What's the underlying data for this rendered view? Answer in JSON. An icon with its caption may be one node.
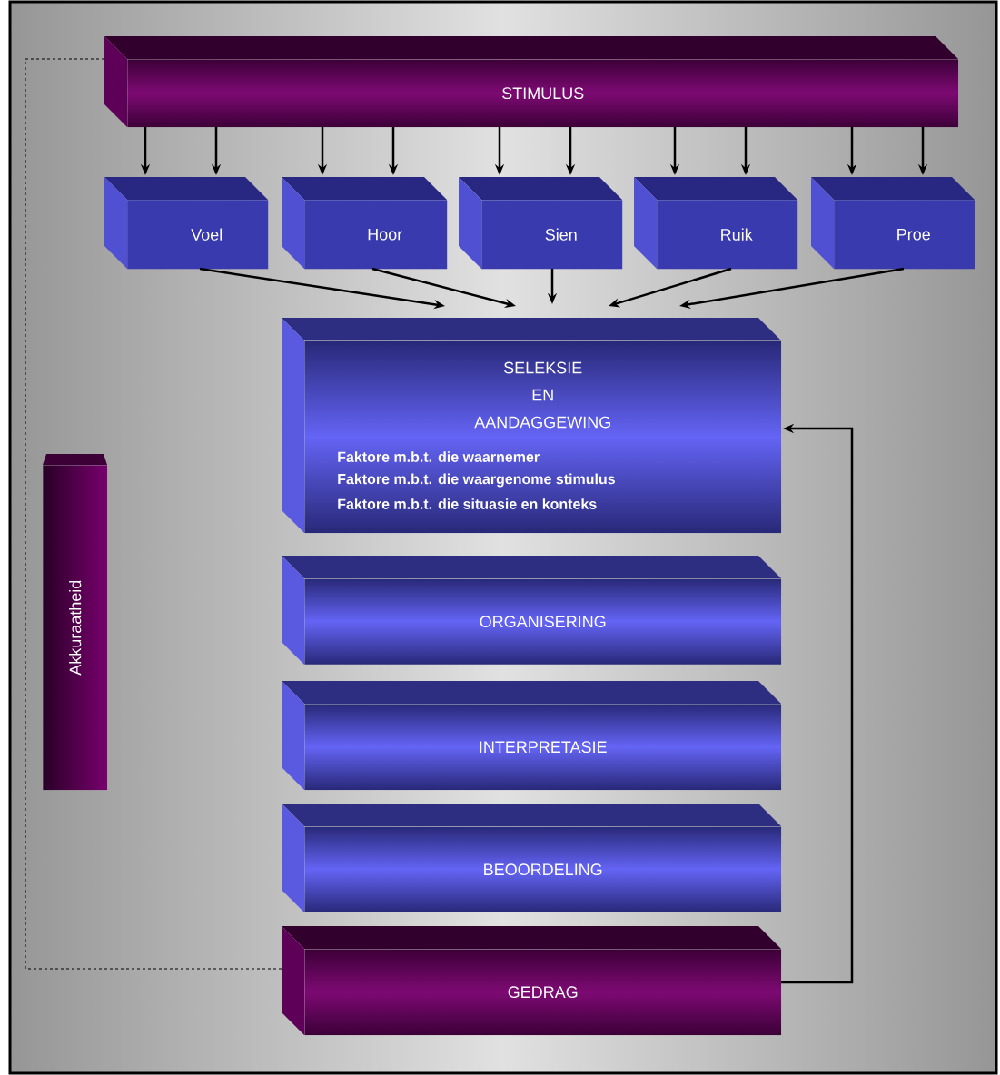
{
  "diagram": {
    "nodes": [
      {
        "text": [
          "STIMULUS"
        ]
      },
      {
        "text": [
          "Voel"
        ]
      },
      {
        "text": [
          "Hoor"
        ]
      },
      {
        "text": [
          "Sien"
        ]
      },
      {
        "text": [
          "Ruik"
        ]
      },
      {
        "text": [
          "Proe"
        ]
      },
      {
        "text": [
          "SELEKSIE",
          "EN",
          "AANDAGGEWING",
          "Faktore m.b.t. die waarnemer",
          "Faktore m.b.t. die waargenome stimulus",
          "Faktore m.b.t. die situasie en konteks"
        ]
      },
      {
        "text": [
          "ORGANISERING"
        ]
      },
      {
        "text": [
          "INTERPRETASIE"
        ]
      },
      {
        "text": [
          "BEOORDELING"
        ]
      },
      {
        "text": [
          "GEDRAG"
        ]
      },
      {
        "text": [
          "Akkuraatheid"
        ]
      }
    ],
    "edges": [
      {
        "from": 0,
        "to": 1,
        "arrow": "to"
      },
      {
        "from": 0,
        "to": 1,
        "arrow": "to"
      },
      {
        "from": 0,
        "to": 2,
        "arrow": "to"
      },
      {
        "from": 0,
        "to": 2,
        "arrow": "to"
      },
      {
        "from": 0,
        "to": 3,
        "arrow": "to"
      },
      {
        "from": 0,
        "to": 3,
        "arrow": "to"
      },
      {
        "from": 0,
        "to": 4,
        "arrow": "to"
      },
      {
        "from": 0,
        "to": 4,
        "arrow": "to"
      },
      {
        "from": 0,
        "to": 5,
        "arrow": "to"
      },
      {
        "from": 0,
        "to": 5,
        "arrow": "to"
      },
      {
        "from": 1,
        "to": 6,
        "arrow": "to"
      },
      {
        "from": 2,
        "to": 6,
        "arrow": "to"
      },
      {
        "from": 3,
        "to": 6,
        "arrow": "to"
      },
      {
        "from": 4,
        "to": 6,
        "arrow": "to"
      },
      {
        "from": 5,
        "to": 6,
        "arrow": "to"
      },
      {
        "from": 10,
        "to": 6,
        "arrow": "to"
      },
      {
        "from": 10,
        "to": 0,
        "arrow": "none",
        "style": "dashed"
      }
    ]
  }
}
